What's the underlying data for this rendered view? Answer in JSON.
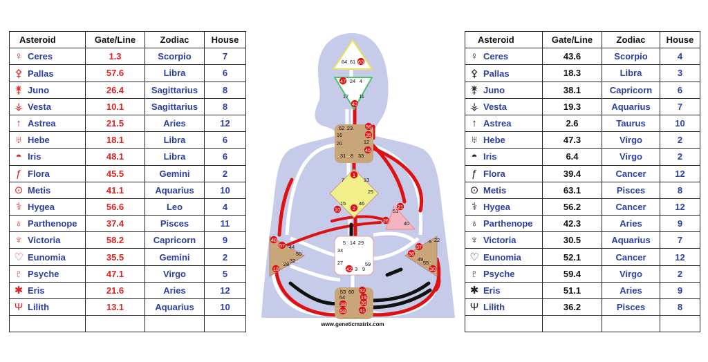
{
  "headers": {
    "asteroid": "Asteroid",
    "gate_line": "Gate/Line",
    "zodiac": "Zodiac",
    "house": "House"
  },
  "left_rows": [
    {
      "glyph": "♀",
      "glyph_icon": "ceres-icon",
      "name": "Ceres",
      "gate": "1.3",
      "zodiac": "Scorpio",
      "house": "7"
    },
    {
      "glyph": "⚴",
      "glyph_icon": "pallas-icon",
      "name": "Pallas",
      "gate": "57.6",
      "zodiac": "Libra",
      "house": "6"
    },
    {
      "glyph": "⚵",
      "glyph_icon": "juno-icon",
      "name": "Juno",
      "gate": "26.4",
      "zodiac": "Sagittarius",
      "house": "8"
    },
    {
      "glyph": "⚶",
      "glyph_icon": "vesta-icon",
      "name": "Vesta",
      "gate": "10.1",
      "zodiac": "Sagittarius",
      "house": "8"
    },
    {
      "glyph": "↑",
      "glyph_icon": "astrea-icon",
      "name": "Astrea",
      "gate": "21.5",
      "zodiac": "Aries",
      "house": "12"
    },
    {
      "glyph": "♅",
      "glyph_icon": "hebe-icon",
      "name": "Hebe",
      "gate": "18.1",
      "zodiac": "Libra",
      "house": "6"
    },
    {
      "glyph": "◓",
      "glyph_icon": "iris-icon",
      "name": "Iris",
      "gate": "48.1",
      "zodiac": "Libra",
      "house": "6"
    },
    {
      "glyph": "ƒ",
      "glyph_icon": "flora-icon",
      "name": "Flora",
      "gate": "45.5",
      "zodiac": "Gemini",
      "house": "2"
    },
    {
      "glyph": "⊙",
      "glyph_icon": "metis-icon",
      "name": "Metis",
      "gate": "41.1",
      "zodiac": "Aquarius",
      "house": "10"
    },
    {
      "glyph": "⚕",
      "glyph_icon": "hygea-icon",
      "name": "Hygea",
      "gate": "56.6",
      "zodiac": "Leo",
      "house": "4"
    },
    {
      "glyph": "♁",
      "glyph_icon": "parthenope-icon",
      "name": "Parthenope",
      "gate": "37.4",
      "zodiac": "Pisces",
      "house": "11"
    },
    {
      "glyph": "♆",
      "glyph_icon": "victoria-icon",
      "name": "Victoria",
      "gate": "58.2",
      "zodiac": "Capricorn",
      "house": "9"
    },
    {
      "glyph": "♡",
      "glyph_icon": "eunomia-icon",
      "name": "Eunomia",
      "gate": "35.5",
      "zodiac": "Gemini",
      "house": "2"
    },
    {
      "glyph": "♇",
      "glyph_icon": "psyche-icon",
      "name": "Psyche",
      "gate": "47.1",
      "zodiac": "Virgo",
      "house": "5"
    },
    {
      "glyph": "✱",
      "glyph_icon": "eris-icon",
      "name": "Eris",
      "gate": "21.6",
      "zodiac": "Aries",
      "house": "12"
    },
    {
      "glyph": "Ψ",
      "glyph_icon": "lilith-icon",
      "name": "Lilith",
      "gate": "13.1",
      "zodiac": "Aquarius",
      "house": "10"
    }
  ],
  "right_rows": [
    {
      "glyph": "♀",
      "glyph_icon": "ceres-icon",
      "name": "Ceres",
      "gate": "43.6",
      "zodiac": "Scorpio",
      "house": "4"
    },
    {
      "glyph": "⚴",
      "glyph_icon": "pallas-icon",
      "name": "Pallas",
      "gate": "18.3",
      "zodiac": "Libra",
      "house": "3"
    },
    {
      "glyph": "⚵",
      "glyph_icon": "juno-icon",
      "name": "Juno",
      "gate": "38.1",
      "zodiac": "Capricorn",
      "house": "6"
    },
    {
      "glyph": "⚶",
      "glyph_icon": "vesta-icon",
      "name": "Vesta",
      "gate": "19.3",
      "zodiac": "Aquarius",
      "house": "7"
    },
    {
      "glyph": "↑",
      "glyph_icon": "astrea-icon",
      "name": "Astrea",
      "gate": "2.6",
      "zodiac": "Taurus",
      "house": "10"
    },
    {
      "glyph": "♅",
      "glyph_icon": "hebe-icon",
      "name": "Hebe",
      "gate": "47.3",
      "zodiac": "Virgo",
      "house": "2"
    },
    {
      "glyph": "◓",
      "glyph_icon": "iris-icon",
      "name": "Iris",
      "gate": "6.4",
      "zodiac": "Virgo",
      "house": "2"
    },
    {
      "glyph": "ƒ",
      "glyph_icon": "flora-icon",
      "name": "Flora",
      "gate": "39.4",
      "zodiac": "Cancer",
      "house": "12"
    },
    {
      "glyph": "⊙",
      "glyph_icon": "metis-icon",
      "name": "Metis",
      "gate": "63.1",
      "zodiac": "Pisces",
      "house": "8"
    },
    {
      "glyph": "⚕",
      "glyph_icon": "hygea-icon",
      "name": "Hygea",
      "gate": "56.2",
      "zodiac": "Cancer",
      "house": "12"
    },
    {
      "glyph": "♁",
      "glyph_icon": "parthenope-icon",
      "name": "Parthenope",
      "gate": "42.3",
      "zodiac": "Aries",
      "house": "9"
    },
    {
      "glyph": "♆",
      "glyph_icon": "victoria-icon",
      "name": "Victoria",
      "gate": "30.5",
      "zodiac": "Aquarius",
      "house": "7"
    },
    {
      "glyph": "♡",
      "glyph_icon": "eunomia-icon",
      "name": "Eunomia",
      "gate": "52.1",
      "zodiac": "Cancer",
      "house": "12"
    },
    {
      "glyph": "♇",
      "glyph_icon": "psyche-icon",
      "name": "Psyche",
      "gate": "59.4",
      "zodiac": "Virgo",
      "house": "2"
    },
    {
      "glyph": "✱",
      "glyph_icon": "eris-icon",
      "name": "Eris",
      "gate": "51.1",
      "zodiac": "Aries",
      "house": "9"
    },
    {
      "glyph": "Ψ",
      "glyph_icon": "lilith-icon",
      "name": "Lilith",
      "gate": "36.2",
      "zodiac": "Pisces",
      "house": "8"
    }
  ],
  "bodygraph": {
    "website": "www.geneticmatrix.com",
    "colors": {
      "design_red": "#dd1111",
      "personality_black": "#111111",
      "silhouette": "#c5cbe9",
      "defined_center_tan": "#c9a57a",
      "g_center_yellow": "#f2f08a",
      "heart_pink": "#f5b5c0"
    },
    "head_gates": [
      "64",
      "61",
      "63"
    ],
    "ajna_gates": [
      "47",
      "24",
      "4",
      "17",
      "11",
      "43"
    ],
    "throat_gates": [
      "62",
      "23",
      "56",
      "16",
      "35",
      "20",
      "12",
      "45",
      "31",
      "8",
      "33"
    ],
    "g_gates": [
      "1",
      "7",
      "13",
      "25",
      "15",
      "46",
      "2",
      "10"
    ],
    "heart_gates": [
      "21",
      "51",
      "26",
      "40"
    ],
    "spleen_gates": [
      "48",
      "57",
      "44",
      "50",
      "32",
      "28",
      "18"
    ],
    "sacral_gates": [
      "5",
      "14",
      "29",
      "34",
      "27",
      "42",
      "3",
      "9",
      "59"
    ],
    "solar_gates": [
      "37",
      "6",
      "22",
      "36",
      "49",
      "55",
      "30"
    ],
    "root_gates": [
      "53",
      "60",
      "52",
      "54",
      "19",
      "38",
      "39",
      "58",
      "41"
    ]
  }
}
